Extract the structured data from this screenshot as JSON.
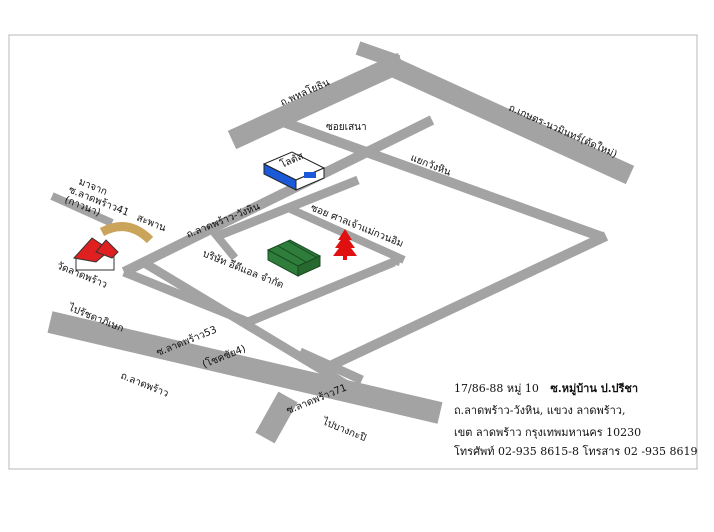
{
  "map": {
    "roads": {
      "phahon_yothin": "ถ.พหลโยธิน",
      "kaset_nawamin": "ถ.เกษตร-นวมินทร์(ตัดใหม่)",
      "soi_sena": "ซอยเสนา",
      "yaek_wang_hin": "แยกวังหิน",
      "lat_phrao_wang_hin": "ถ.ลาดพร้าว-วังหิน",
      "soi_sanchao": "ซอย ศาลเจ้าแม่กวนอิม",
      "lat_phrao_53": "ซ.ลาดพร้าว53",
      "chok_chai_4": "(โชคชัย4)",
      "lat_phrao_71": "ซ.ลาดพร้าว71",
      "lat_phrao_main": "ถ.ลาดพร้าว",
      "to_ratchada": "ไปรัชดาภิเษก",
      "to_bang_kapi": "ไปบางกะปิ",
      "bridge": "สะพาน"
    },
    "landmarks": {
      "lotus": "โลตัส",
      "company": "บริษัท อีดีแอล จำกัด",
      "temple": "วัดลาดพร้าว"
    },
    "from_note": [
      "มาจาก",
      "ซ.ลาดพร้าว41",
      "(กาวนา)"
    ],
    "address": {
      "line1_num": "17/86-88 หมู่ 10",
      "line1_bold": "ซ.หมู่บ้าน ป.ปรีชา",
      "line2": "ถ.ลาดพร้าว-วังหิน, แขวง ลาดพร้าว,",
      "line3": "เขต ลาดพร้าว   กรุงเทพมหานคร  10230",
      "line4": "โทรศัพท์ 02-935 8615-8 โทรสาร 02 -935 8619"
    },
    "colors": {
      "road": "#a3a3a3",
      "building_green": "#2e7d3a",
      "roof_red": "#e02020",
      "bridge": "#c9a45a",
      "lotus_blue": "#1a5ad9",
      "tree_red": "#e01010",
      "frame": "#b8b8b8"
    }
  }
}
